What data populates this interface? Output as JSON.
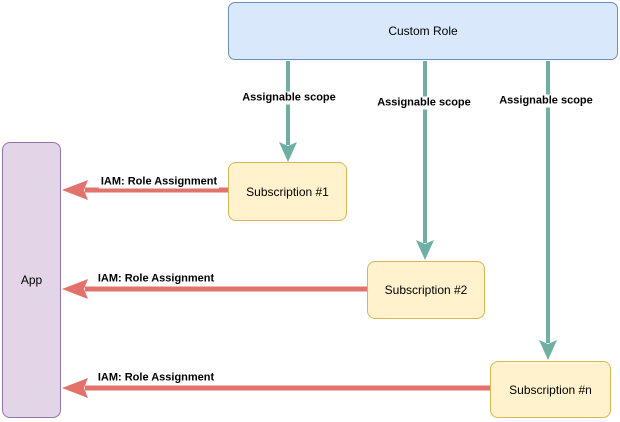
{
  "diagram": {
    "nodes": {
      "custom_role": {
        "label": "Custom Role"
      },
      "app": {
        "label": "App"
      },
      "subscription_1": {
        "label": "Subscription #1"
      },
      "subscription_2": {
        "label": "Subscription #2"
      },
      "subscription_n": {
        "label": "Subscription #n"
      }
    },
    "edges": {
      "assignable_scope": [
        {
          "from": "custom_role",
          "to": "subscription_1",
          "label": "Assignable scope"
        },
        {
          "from": "custom_role",
          "to": "subscription_2",
          "label": "Assignable scope"
        },
        {
          "from": "custom_role",
          "to": "subscription_n",
          "label": "Assignable scope"
        }
      ],
      "iam_role_assignment": [
        {
          "from": "subscription_1",
          "to": "app",
          "label": "IAM: Role Assignment"
        },
        {
          "from": "subscription_2",
          "to": "app",
          "label": "IAM: Role Assignment"
        },
        {
          "from": "subscription_n",
          "to": "app",
          "label": "IAM: Role Assignment"
        }
      ]
    },
    "colors": {
      "custom_role_fill": "#dae8fc",
      "custom_role_border": "#6c8ebf",
      "subscription_fill": "#fff2cc",
      "subscription_border": "#d6b656",
      "app_fill": "#e1d5e7",
      "app_border": "#9673a6",
      "assignable_scope_arrow": "#6fafa4",
      "iam_arrow": "#e4726c",
      "label_text": "#000000",
      "background": "#ffffff"
    }
  }
}
